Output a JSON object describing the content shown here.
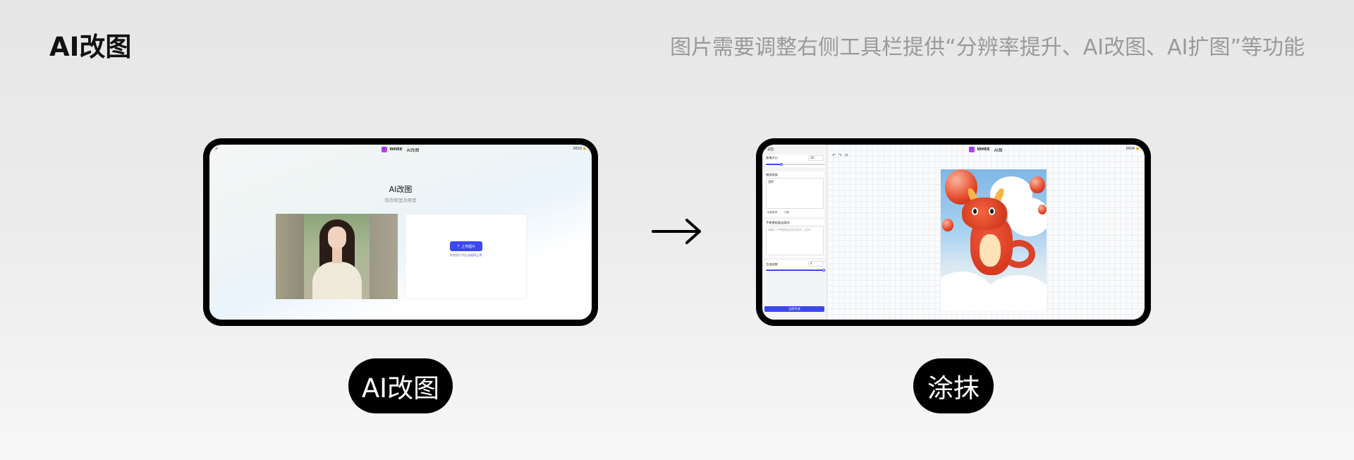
{
  "page": {
    "title": "AI改图",
    "description": "图片需要调整右侧工具栏提供“分辨率提升、AI改图、AI扩图”等功能"
  },
  "left_screen": {
    "brand": "WHEE",
    "app_title": "AI改图",
    "credits": "3600",
    "heading": "AI改图",
    "subheading": "想改哪里改哪里",
    "upload_button": "上传图片",
    "upload_hint_prefix": "拖拽图片到此或",
    "upload_hint_link": "选择上传",
    "photo_icon": "portrait-photo"
  },
  "right_screen": {
    "brand": "WHEE",
    "app_title": "AI图",
    "credits": "3604",
    "back": "返回",
    "brush_size_label": "画笔大小",
    "brush_size_value": "30",
    "prompt_label": "描述画面",
    "prompt_text": "龙衔",
    "prompt_tools": [
      "智能联想",
      "词库"
    ],
    "negative_label": "不希望画面出现的",
    "negative_placeholder": "请输入不希望画面里出现的，比如",
    "generate_count_label": "生成张数",
    "generate_count_value": "4",
    "generate_button": "立即生成",
    "undo_icon": "undo-icon",
    "redo_icon": "redo-icon",
    "reset_icon": "reset-icon"
  },
  "arrow_icon": "right-arrow-icon",
  "labels": {
    "left": "AI改图",
    "right": "涂抹"
  }
}
